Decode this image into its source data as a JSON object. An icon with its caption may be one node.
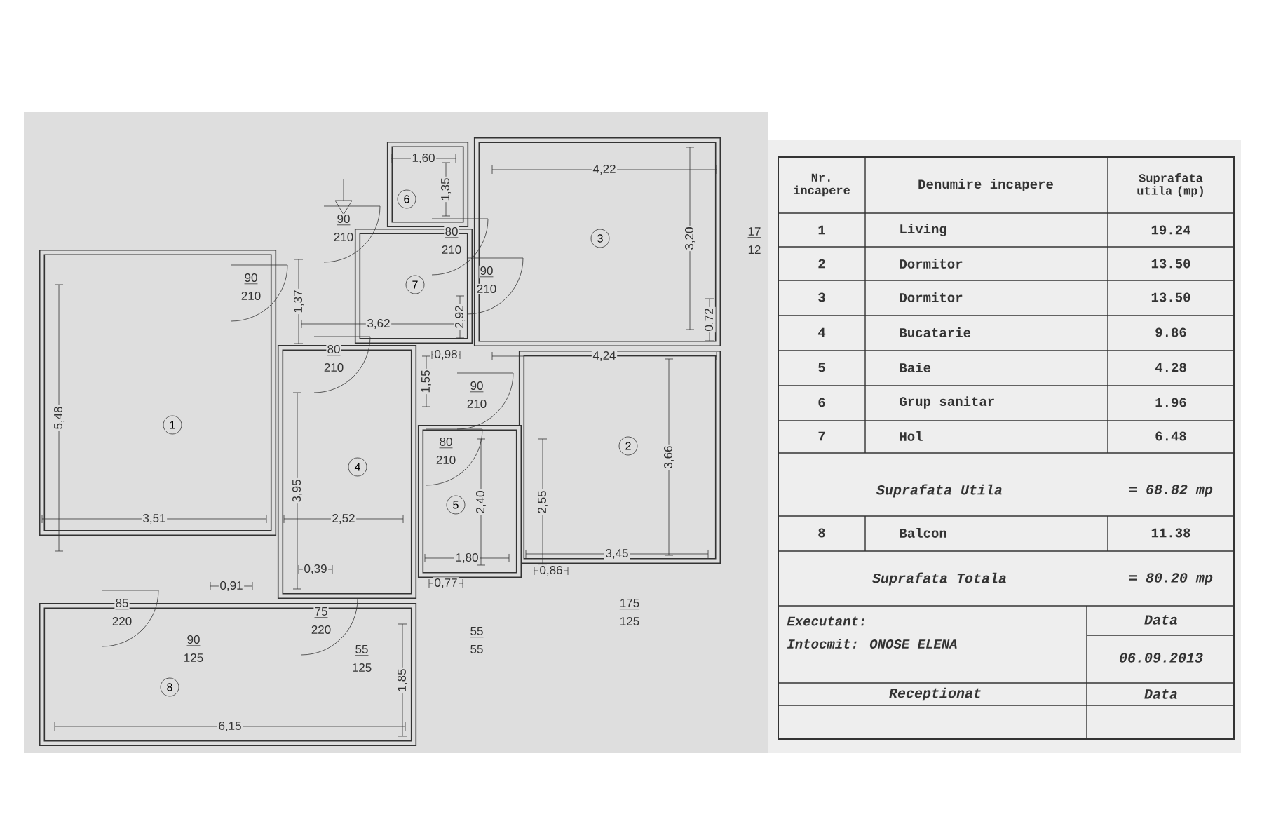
{
  "diagram": {
    "nodes": [
      {
        "text": [
          "1"
        ]
      },
      {
        "text": [
          "2"
        ]
      },
      {
        "text": [
          "3"
        ]
      },
      {
        "text": [
          "4"
        ]
      },
      {
        "text": [
          "5"
        ]
      },
      {
        "text": [
          "6"
        ]
      },
      {
        "text": [
          "7"
        ]
      },
      {
        "text": [
          "8"
        ]
      }
    ],
    "labels": [
      "90",
      "210",
      "90",
      "210",
      "1,60",
      "1,35",
      "80",
      "210",
      "4,22",
      "3,20",
      "17",
      "12",
      "1,37",
      "90",
      "210",
      "3,62",
      "2,92",
      "0,98",
      "80",
      "210",
      "4,24",
      "0,72",
      "1,55",
      "90",
      "210",
      "5,48",
      "80",
      "210",
      "3,66",
      "3,95",
      "2,40",
      "2,55",
      "3,51",
      "2,52",
      "1,80",
      "3,45",
      "0,39",
      "0,86",
      "0,91",
      "0,77",
      "85",
      "220",
      "75",
      "220",
      "175",
      "125",
      "90",
      "125",
      "55",
      "125",
      "55",
      "55",
      "1,85",
      "6,15",
      "Nr. incapere",
      "Denumire incapere",
      "Suprafata utila (mp)",
      "1",
      "Living",
      "19.24",
      "2",
      "Dormitor",
      "13.50",
      "3",
      "Dormitor",
      "13.50",
      "4",
      "Bucatarie",
      "9.86",
      "5",
      "Baie",
      "4.28",
      "6",
      "Grup sanitar",
      "1.96",
      "7",
      "Hol",
      "6.48",
      "Suprafata Utila",
      "= 68.82 mp",
      "8",
      "Balcon",
      "11.38",
      "Suprafata Totala",
      "= 80.20 mp",
      "Executant:",
      "Data",
      "Intocmit: ONOSE ELENA",
      "06.09.2013",
      "Receptionat",
      "Data"
    ]
  }
}
